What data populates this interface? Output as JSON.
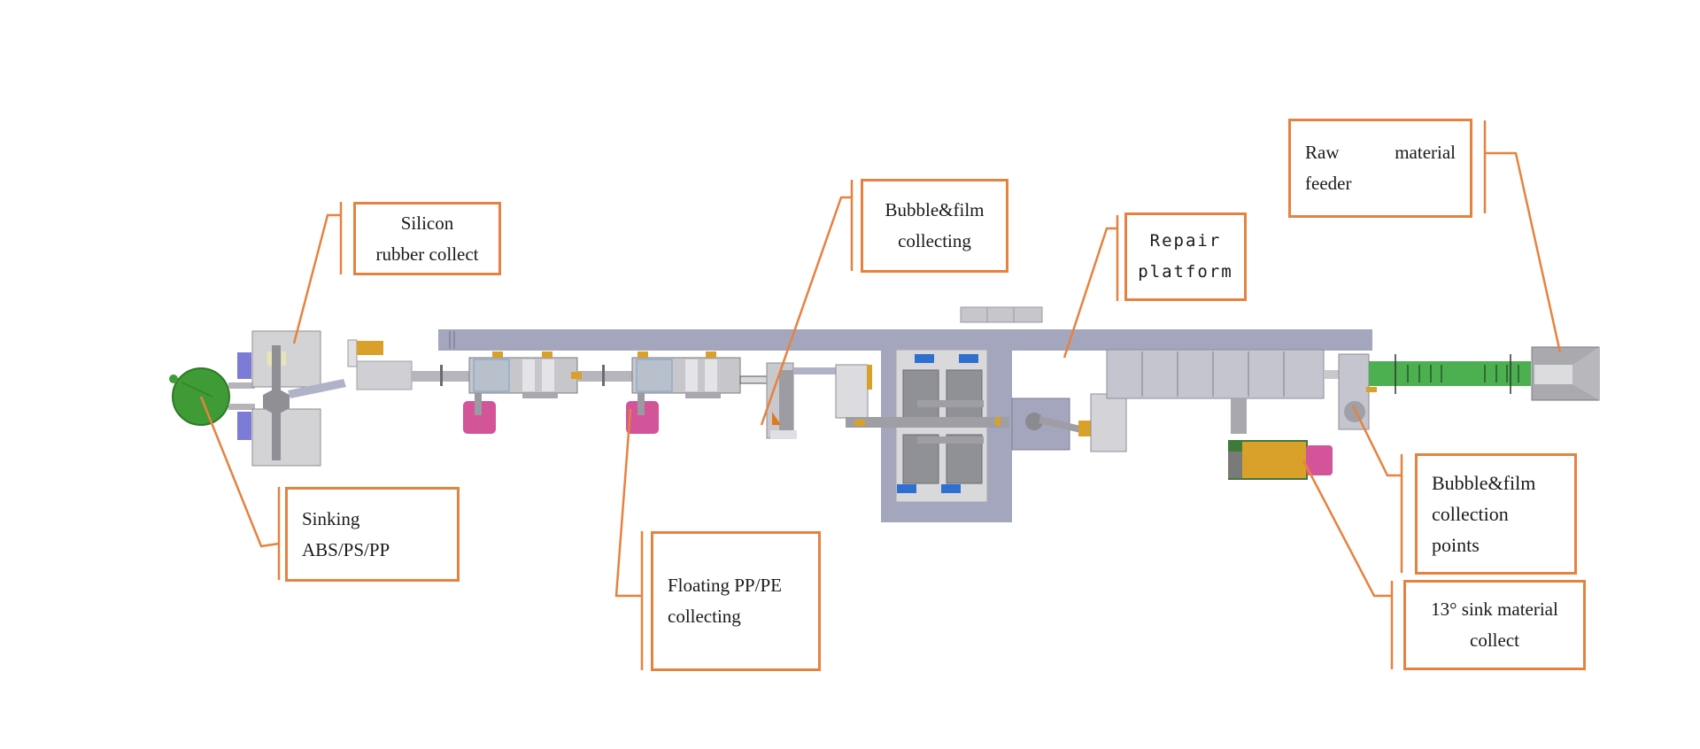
{
  "diagram": {
    "type": "plant-layout",
    "description": "Top view of a plastic recycling sorting line with labeled collection points",
    "colors": {
      "callout_border": "#e6823f",
      "frame": "#a4a6bd",
      "machine_grey": "#c9c9cf",
      "feeder_green": "#4caf50",
      "drum_green": "#3f9b35",
      "bin_magenta": "#d4549a",
      "motor_gold": "#d9a02a",
      "motor_blue": "#2f6fd0",
      "motor_purple": "#7c7cd6"
    },
    "callouts": [
      {
        "id": "silicon",
        "lines": [
          "Silicon",
          "rubber collect"
        ]
      },
      {
        "id": "sinking",
        "lines": [
          "Sinking",
          "ABS/PS/PP"
        ]
      },
      {
        "id": "bubble-film-collecting",
        "lines": [
          "Bubble&film",
          "collecting"
        ]
      },
      {
        "id": "floating",
        "lines": [
          "Floating PP/PE",
          "collecting"
        ]
      },
      {
        "id": "repair",
        "lines": [
          "Repair",
          "platform"
        ]
      },
      {
        "id": "raw-feeder",
        "lines": [
          "Raw",
          "material",
          "feeder"
        ]
      },
      {
        "id": "bubble-film-points",
        "lines": [
          "Bubble&film",
          "collection",
          "points"
        ]
      },
      {
        "id": "sink-13",
        "lines": [
          "13°  sink material",
          "collect"
        ]
      }
    ]
  }
}
